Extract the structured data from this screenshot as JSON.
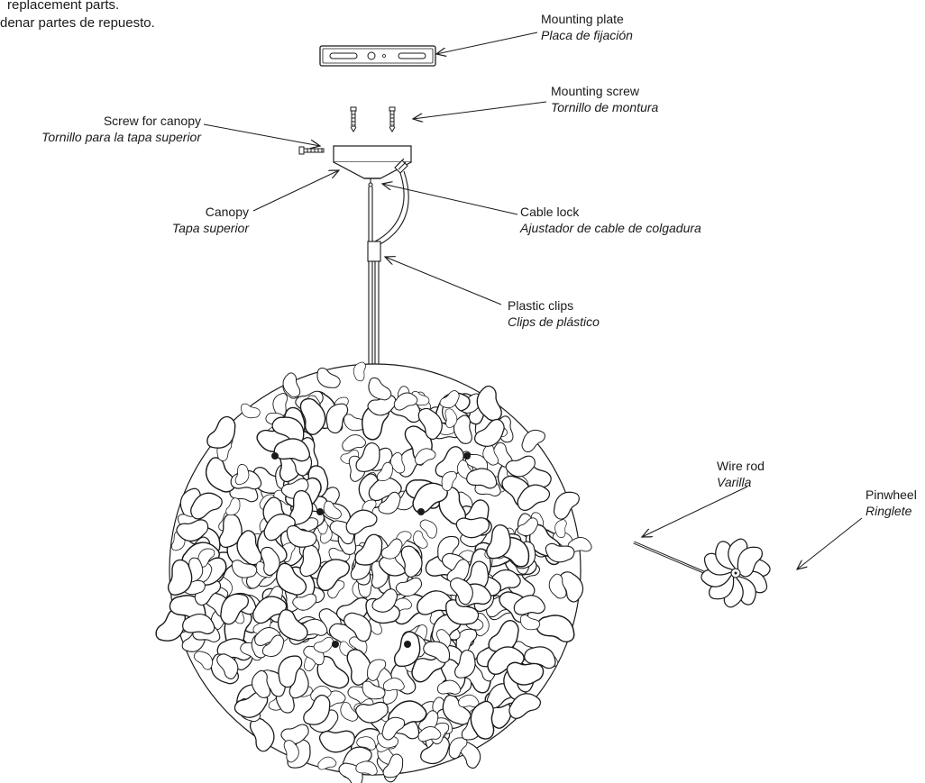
{
  "note": {
    "line1": "replacement parts.",
    "line2": "denar partes de repuesto."
  },
  "labels": {
    "mounting_plate": {
      "en": "Mounting plate",
      "es": "Placa de fijación"
    },
    "mounting_screw": {
      "en": "Mounting screw",
      "es": "Tornillo de montura"
    },
    "screw_canopy": {
      "en": "Screw for canopy",
      "es": "Tornillo para la tapa superior"
    },
    "canopy": {
      "en": "Canopy",
      "es": "Tapa superior"
    },
    "cable_lock": {
      "en": "Cable lock",
      "es": "Ajustador de cable de colgadura"
    },
    "plastic_clips": {
      "en": "Plastic clips",
      "es": "Clips de plástico"
    },
    "wire_rod": {
      "en": "Wire rod",
      "es": "Varilla"
    },
    "pinwheel": {
      "en": "Pinwheel",
      "es": "Ringlete"
    }
  }
}
